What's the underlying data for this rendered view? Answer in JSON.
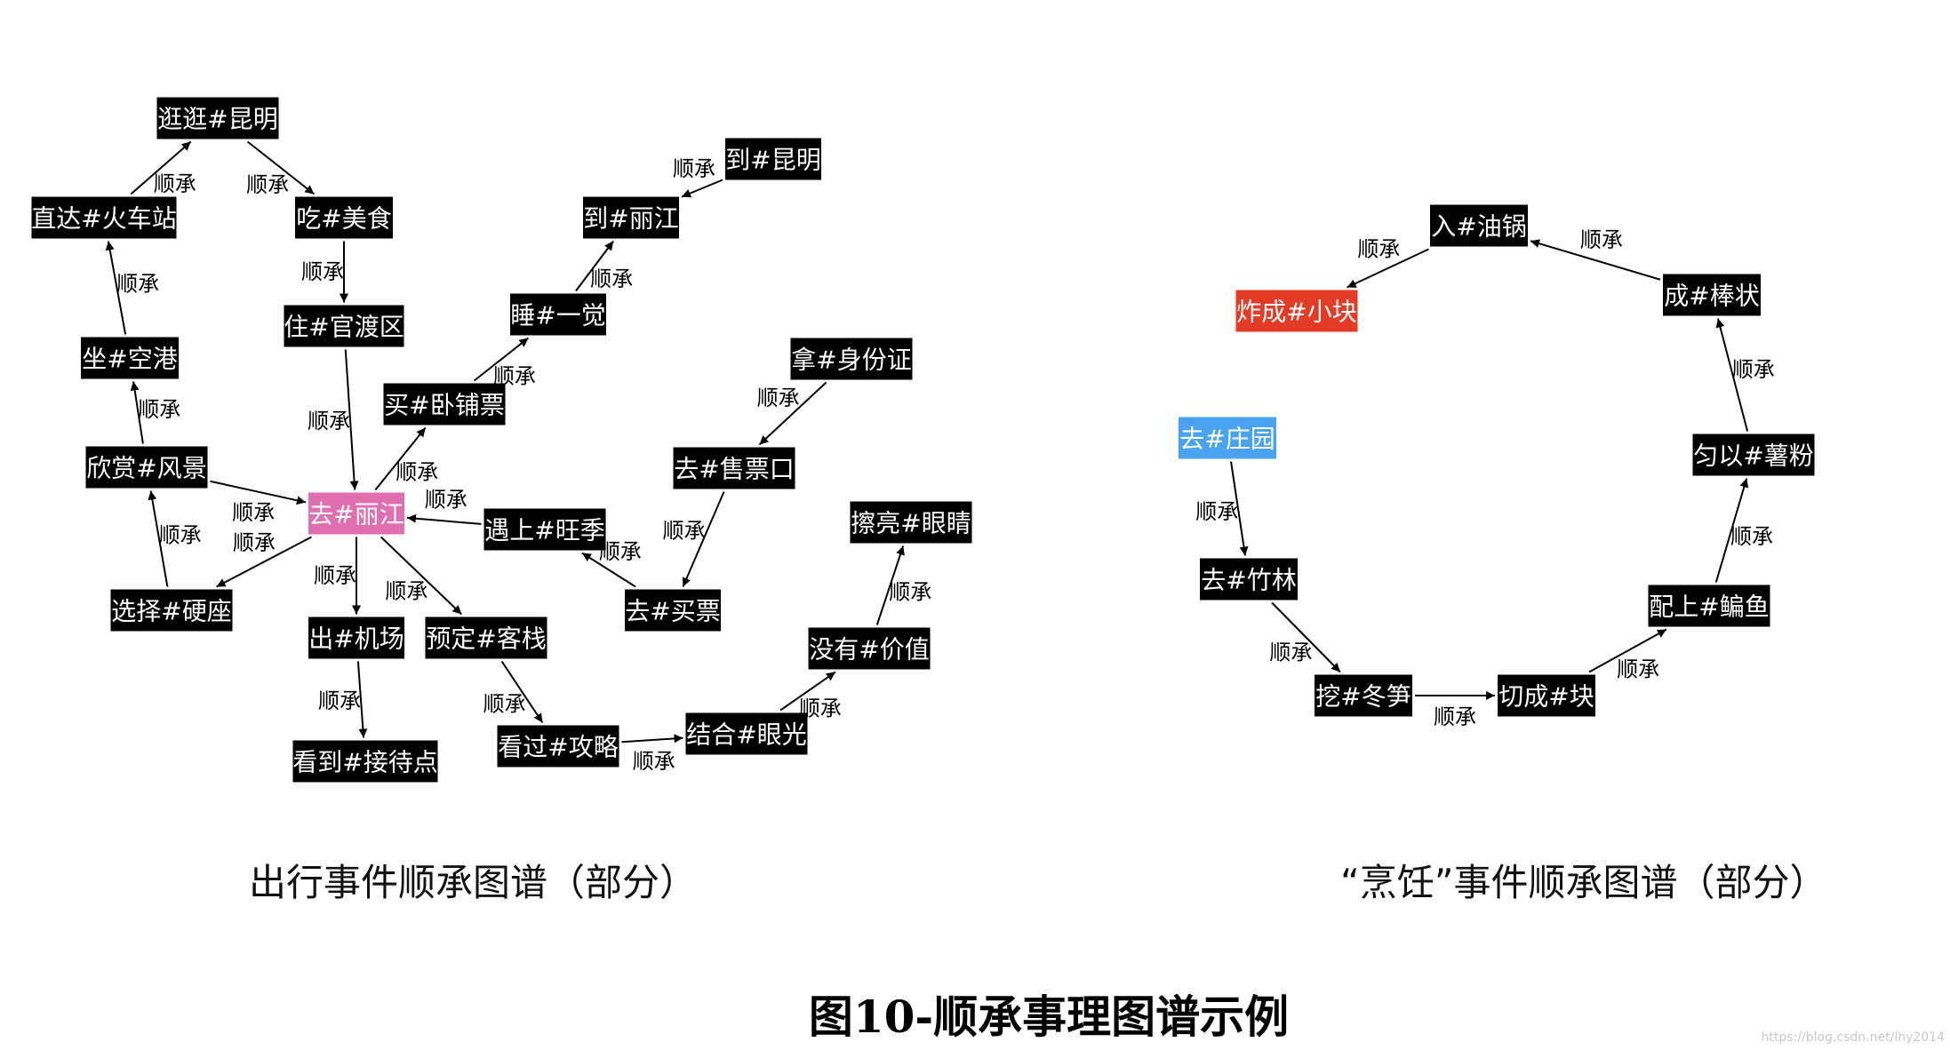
{
  "colors": {
    "node_default": "#000000",
    "node_pink": "#e06fb0",
    "node_red": "#e33b26",
    "node_blue": "#4aa3f0",
    "edge": "#000000"
  },
  "edge_label": "顺承",
  "captions": {
    "left": "出行事件顺承图谱（部分）",
    "right": "“烹饪”事件顺承图谱（部分）"
  },
  "title": "图10-顺承事理图谱示例",
  "watermark": "https://blog.csdn.net/lhy2014",
  "graphs": [
    {
      "name": "出行",
      "nodes": [
        {
          "id": "guangguang",
          "label": "逛逛#昆明",
          "color": "default"
        },
        {
          "id": "zhida",
          "label": "直达#火车站",
          "color": "default"
        },
        {
          "id": "chi",
          "label": "吃#美食",
          "color": "default"
        },
        {
          "id": "zhu",
          "label": "住#官渡区",
          "color": "default"
        },
        {
          "id": "zuo",
          "label": "坐#空港",
          "color": "default"
        },
        {
          "id": "xinshang",
          "label": "欣赏#风景",
          "color": "default"
        },
        {
          "id": "xuanze",
          "label": "选择#硬座",
          "color": "default"
        },
        {
          "id": "qulijiang",
          "label": "去#丽江",
          "color": "pink"
        },
        {
          "id": "maiwo",
          "label": "买#卧铺票",
          "color": "default"
        },
        {
          "id": "shui",
          "label": "睡#一觉",
          "color": "default"
        },
        {
          "id": "daolijiang",
          "label": "到#丽江",
          "color": "default"
        },
        {
          "id": "daokunming",
          "label": "到#昆明",
          "color": "default"
        },
        {
          "id": "yushang",
          "label": "遇上#旺季",
          "color": "default"
        },
        {
          "id": "na",
          "label": "拿#身份证",
          "color": "default"
        },
        {
          "id": "shoupiao",
          "label": "去#售票口",
          "color": "default"
        },
        {
          "id": "maipiao",
          "label": "去#买票",
          "color": "default"
        },
        {
          "id": "jichang",
          "label": "出#机场",
          "color": "default"
        },
        {
          "id": "yuding",
          "label": "预定#客栈",
          "color": "default"
        },
        {
          "id": "kandao",
          "label": "看到#接待点",
          "color": "default"
        },
        {
          "id": "gonglue",
          "label": "看过#攻略",
          "color": "default"
        },
        {
          "id": "jiehe",
          "label": "结合#眼光",
          "color": "default"
        },
        {
          "id": "meiyou",
          "label": "没有#价值",
          "color": "default"
        },
        {
          "id": "caliang",
          "label": "擦亮#眼睛",
          "color": "default"
        }
      ],
      "edges": [
        {
          "from": "zhida",
          "to": "guangguang"
        },
        {
          "from": "guangguang",
          "to": "chi"
        },
        {
          "from": "chi",
          "to": "zhu"
        },
        {
          "from": "zhu",
          "to": "qulijiang"
        },
        {
          "from": "zuo",
          "to": "zhida"
        },
        {
          "from": "xinshang",
          "to": "zuo"
        },
        {
          "from": "xuanze",
          "to": "xinshang"
        },
        {
          "from": "qulijiang",
          "to": "xuanze"
        },
        {
          "from": "xinshang",
          "to": "qulijiang"
        },
        {
          "from": "qulijiang",
          "to": "maiwo"
        },
        {
          "from": "maiwo",
          "to": "shui"
        },
        {
          "from": "shui",
          "to": "daolijiang"
        },
        {
          "from": "daokunming",
          "to": "daolijiang"
        },
        {
          "from": "yushang",
          "to": "qulijiang"
        },
        {
          "from": "na",
          "to": "shoupiao"
        },
        {
          "from": "shoupiao",
          "to": "maipiao"
        },
        {
          "from": "maipiao",
          "to": "yushang"
        },
        {
          "from": "qulijiang",
          "to": "jichang"
        },
        {
          "from": "qulijiang",
          "to": "yuding"
        },
        {
          "from": "jichang",
          "to": "kandao"
        },
        {
          "from": "yuding",
          "to": "gonglue"
        },
        {
          "from": "gonglue",
          "to": "jiehe"
        },
        {
          "from": "jiehe",
          "to": "meiyou"
        },
        {
          "from": "meiyou",
          "to": "caliang"
        }
      ]
    },
    {
      "name": "烹饪",
      "nodes": [
        {
          "id": "ruyouguo",
          "label": "入#油锅",
          "color": "default"
        },
        {
          "id": "zhacheng",
          "label": "炸成#小块",
          "color": "red"
        },
        {
          "id": "bangzhuang",
          "label": "成#棒状",
          "color": "default"
        },
        {
          "id": "zhuangyuan",
          "label": "去#庄园",
          "color": "blue"
        },
        {
          "id": "yunyi",
          "label": "匀以#薯粉",
          "color": "default"
        },
        {
          "id": "zhulin",
          "label": "去#竹林",
          "color": "default"
        },
        {
          "id": "peishang",
          "label": "配上#鳊鱼",
          "color": "default"
        },
        {
          "id": "wa",
          "label": "挖#冬笋",
          "color": "default"
        },
        {
          "id": "qiecheng",
          "label": "切成#块",
          "color": "default"
        }
      ],
      "edges": [
        {
          "from": "ruyouguo",
          "to": "zhacheng"
        },
        {
          "from": "bangzhuang",
          "to": "ruyouguo"
        },
        {
          "from": "yunyi",
          "to": "bangzhuang"
        },
        {
          "from": "peishang",
          "to": "yunyi"
        },
        {
          "from": "qiecheng",
          "to": "peishang"
        },
        {
          "from": "wa",
          "to": "qiecheng"
        },
        {
          "from": "zhulin",
          "to": "wa"
        },
        {
          "from": "zhuangyuan",
          "to": "zhulin"
        }
      ]
    }
  ]
}
